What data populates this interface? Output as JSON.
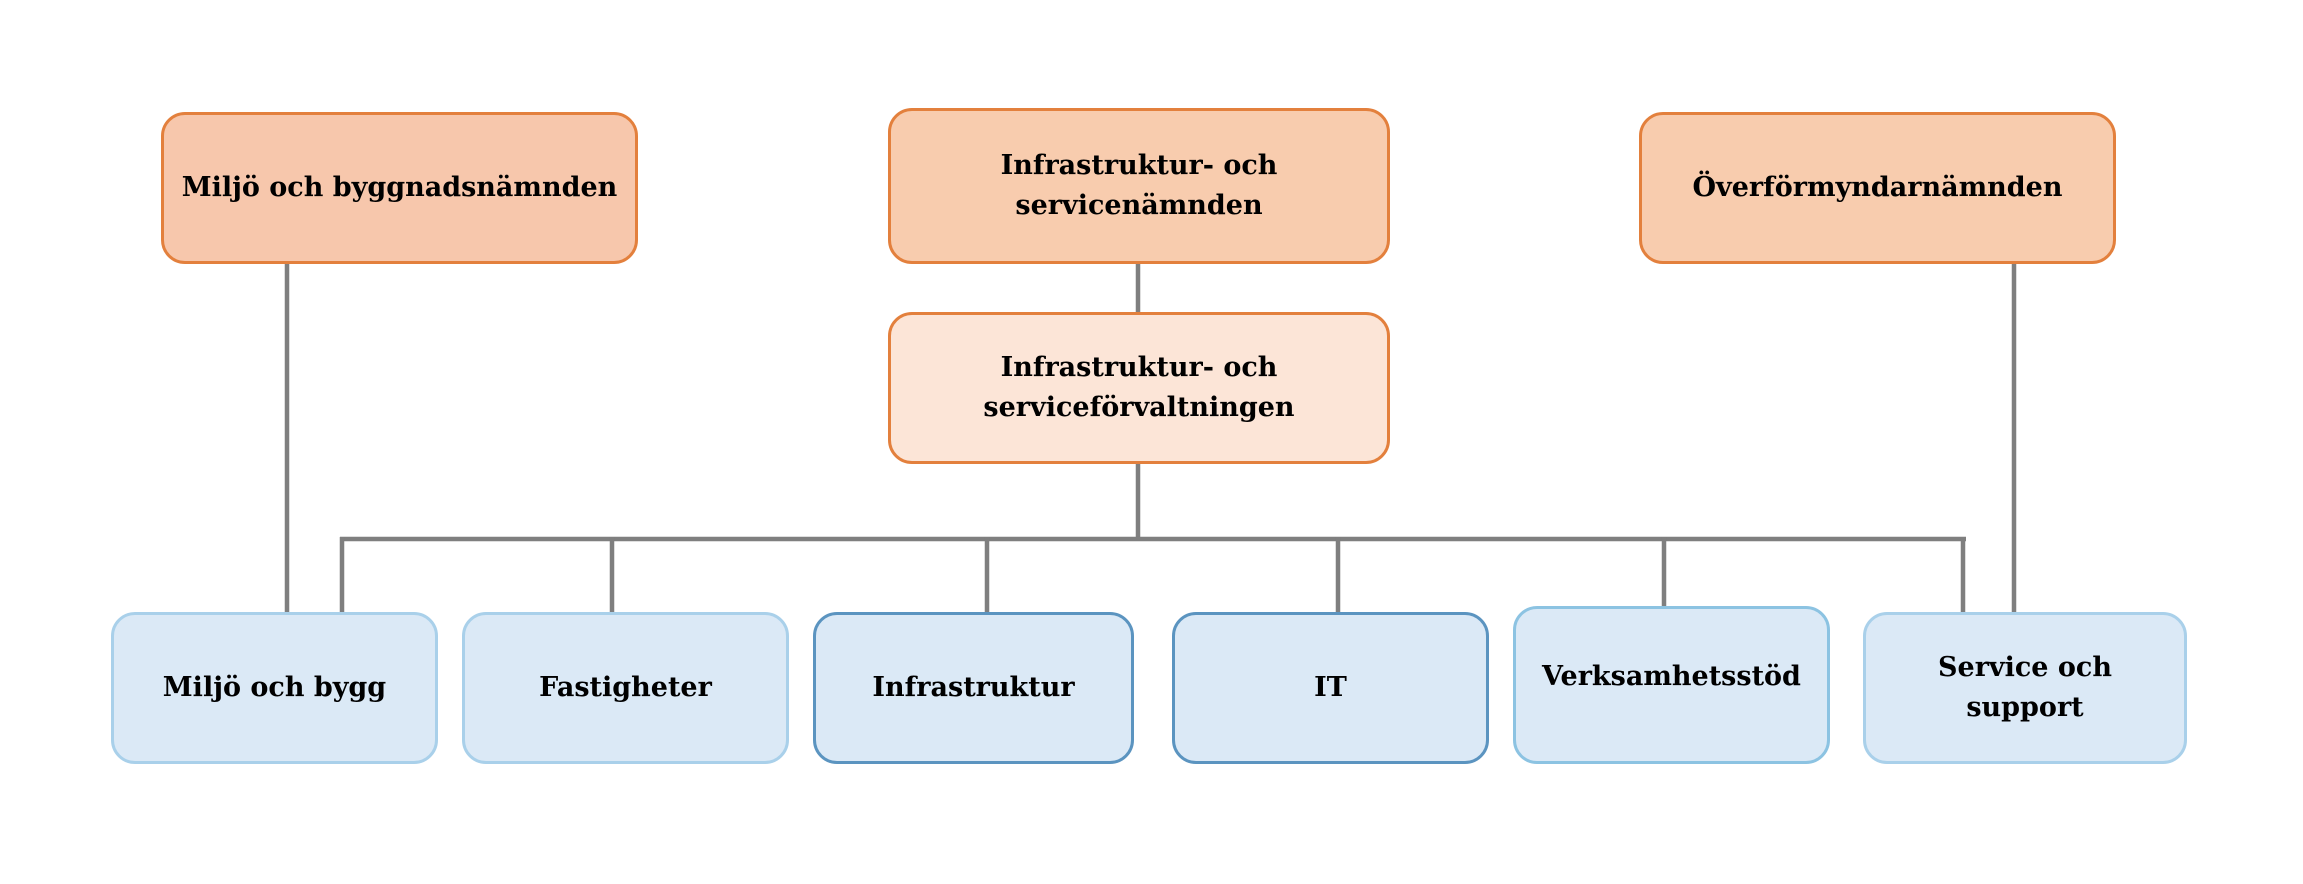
{
  "org_chart": {
    "boards": [
      {
        "label": "Miljö och byggnadsnämnden"
      },
      {
        "label_line1": "Infrastruktur- och",
        "label_line2": "servicenämnden"
      },
      {
        "label": "Överförmyndarnämnden"
      }
    ],
    "administration": {
      "label_line1": "Infrastruktur- och",
      "label_line2": "serviceförvaltningen"
    },
    "units": [
      {
        "label": "Miljö och bygg"
      },
      {
        "label": "Fastigheter"
      },
      {
        "label": "Infrastruktur"
      },
      {
        "label": "IT"
      },
      {
        "label": "Verksamhetsstöd"
      },
      {
        "label": "Service och support"
      }
    ]
  },
  "colors": {
    "board_fill": "#f7c7ac",
    "board_border": "#e3803d",
    "administration_fill": "#fce5d7",
    "unit_fill": "#dbe9f6",
    "unit_border": "#a9d0ea",
    "unit_border_dark": "#5b94c0",
    "connector": "#7f7f7f"
  }
}
